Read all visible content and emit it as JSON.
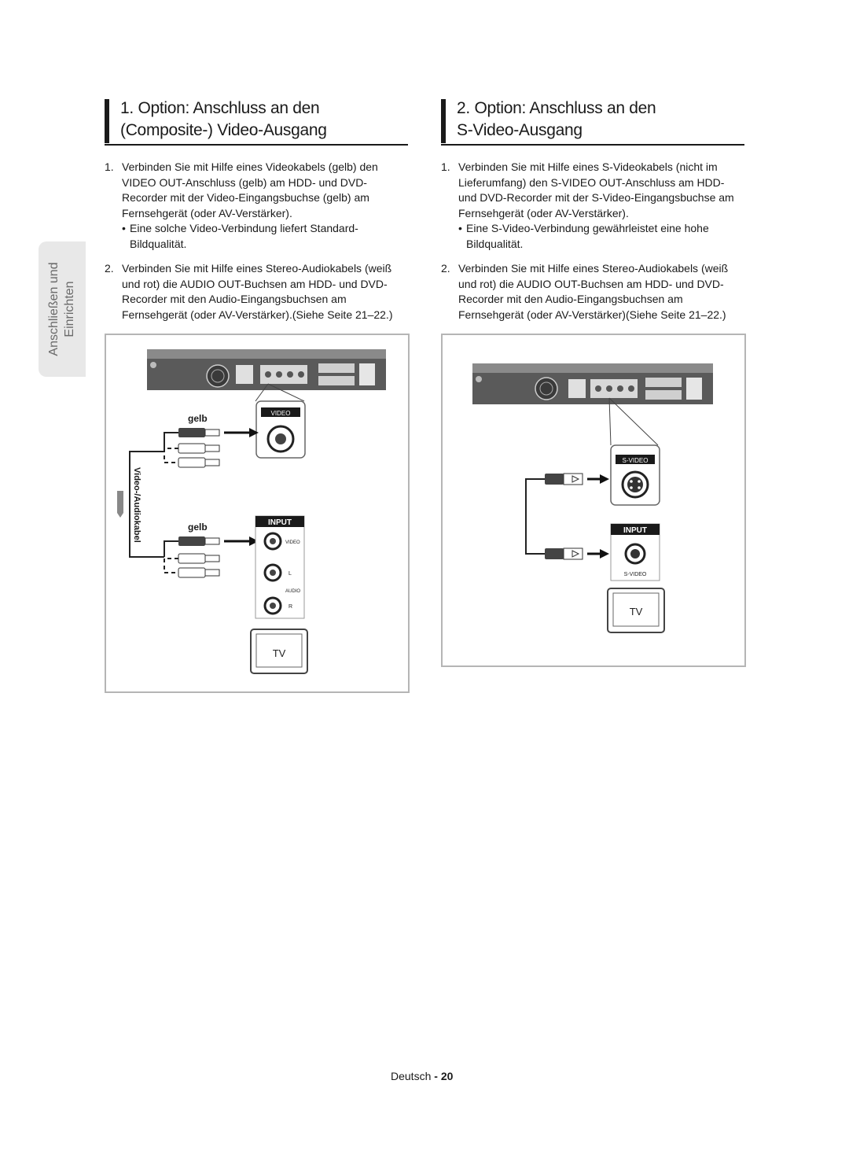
{
  "side_tab": {
    "line1": "Anschließen und",
    "line2": "Einrichten"
  },
  "left": {
    "title_line1": "1. Option: Anschluss an den",
    "title_line2": "(Composite-) Video-Ausgang",
    "steps": [
      {
        "num": "1.",
        "lines": [
          "Verbinden Sie mit Hilfe eines Videokabels (gelb) den",
          "VIDEO OUT-Anschluss (gelb) am HDD- und DVD-",
          "Recorder mit der Video-Eingangsbuchse (gelb) am",
          "Fernsehgerät (oder AV-Verstärker)."
        ],
        "bullet": "•",
        "note_lines": [
          "Eine solche Video-Verbindung liefert Standard-",
          "Bildqualität."
        ]
      },
      {
        "num": "2.",
        "lines": [
          "Verbinden Sie mit Hilfe eines Stereo-Audiokabels (weiß",
          "und rot) die AUDIO OUT-Buchsen am HDD- und DVD-",
          "Recorder mit den Audio-Eingangsbuchsen am",
          "Fernsehgerät (oder AV-Verstärker).(Siehe Seite 21–22.)"
        ]
      }
    ],
    "figure": {
      "cable_color_1": "gelb",
      "cable_color_2": "gelb",
      "cable_label": "Video-/Audiokabel",
      "jack_label": "VIDEO",
      "input_label": "INPUT",
      "input_video": "VIDEO",
      "input_l": "L",
      "input_audio": "AUDIO",
      "input_r": "R",
      "tv_label": "TV"
    }
  },
  "right": {
    "title_line1": "2. Option: Anschluss an den",
    "title_line2": "S-Video-Ausgang",
    "steps": [
      {
        "num": "1.",
        "lines": [
          "Verbinden Sie mit Hilfe eines S-Videokabels (nicht im",
          "Lieferumfang) den S-VIDEO OUT-Anschluss am HDD-",
          "und DVD-Recorder mit der S-Video-Eingangsbuchse am",
          "Fernsehgerät (oder AV-Verstärker)."
        ],
        "bullet": "•",
        "note_lines": [
          "Eine S-Video-Verbindung gewährleistet eine hohe",
          "Bildqualität."
        ]
      },
      {
        "num": "2.",
        "lines": [
          "Verbinden Sie mit Hilfe eines Stereo-Audiokabels (weiß",
          "und rot) die AUDIO OUT-Buchsen am HDD- und DVD-",
          "Recorder mit den Audio-Eingangsbuchsen am",
          "Fernsehgerät (oder AV-Verstärker)(Siehe Seite 21–22.)"
        ]
      }
    ],
    "figure": {
      "jack_label": "S-VIDEO",
      "input_label": "INPUT",
      "input_svideo": "S-VIDEO",
      "tv_label": "TV"
    }
  },
  "footer": {
    "language": "Deutsch",
    "separator": " - ",
    "page": "20"
  },
  "colors": {
    "text": "#1a1a1a",
    "tab_bg": "#e8e8e8",
    "frame": "#b5b5b5",
    "device": "#5a5a5a"
  }
}
